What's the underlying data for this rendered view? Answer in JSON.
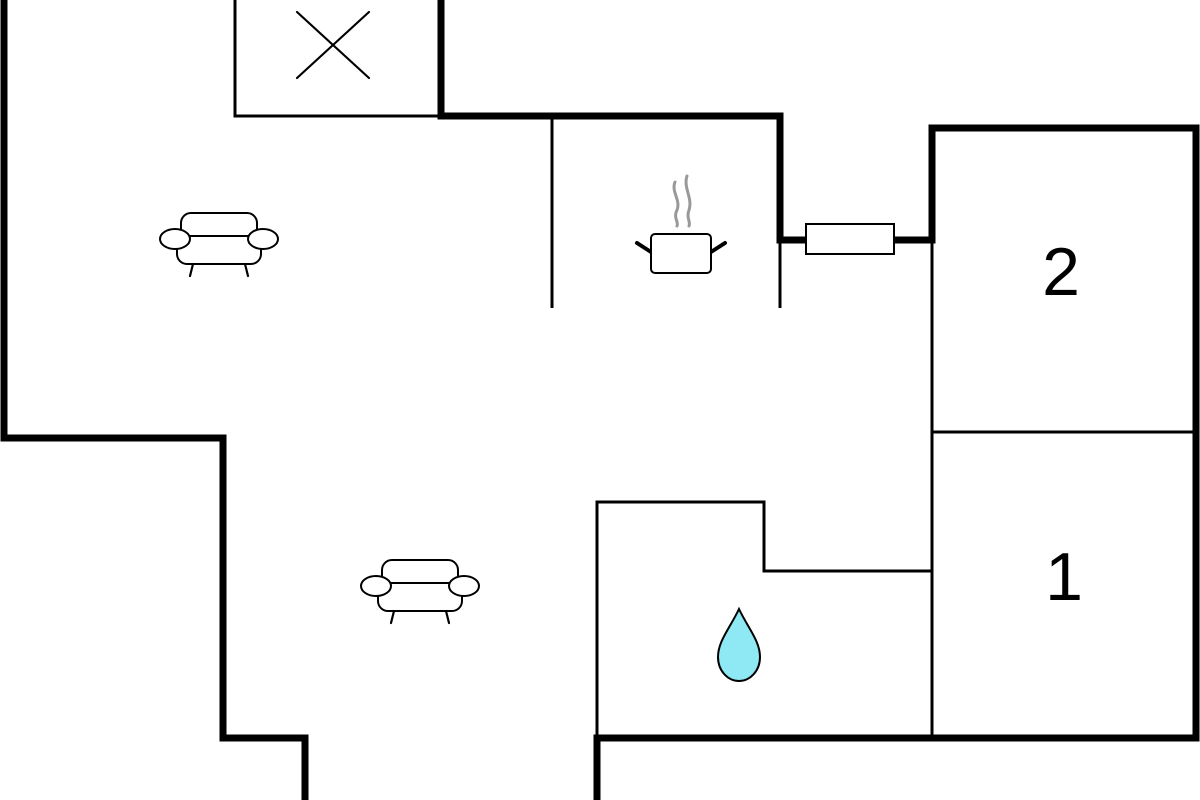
{
  "floor_plan": {
    "rooms": [
      {
        "id": "bedroom-2",
        "number": "2"
      },
      {
        "id": "bedroom-1",
        "number": "1"
      }
    ],
    "icons": {
      "stairs": "stair-opening-x-icon",
      "living_room": "sofa-icon",
      "living_room_2": "sofa-icon",
      "kitchen": "cooking-pot-icon",
      "bathroom": "water-drop-icon",
      "radiator": "radiator-icon"
    },
    "colors": {
      "walls": "#000000",
      "background": "#ffffff",
      "water_drop_fill": "#8fe9f4",
      "steam": "#999999"
    }
  }
}
